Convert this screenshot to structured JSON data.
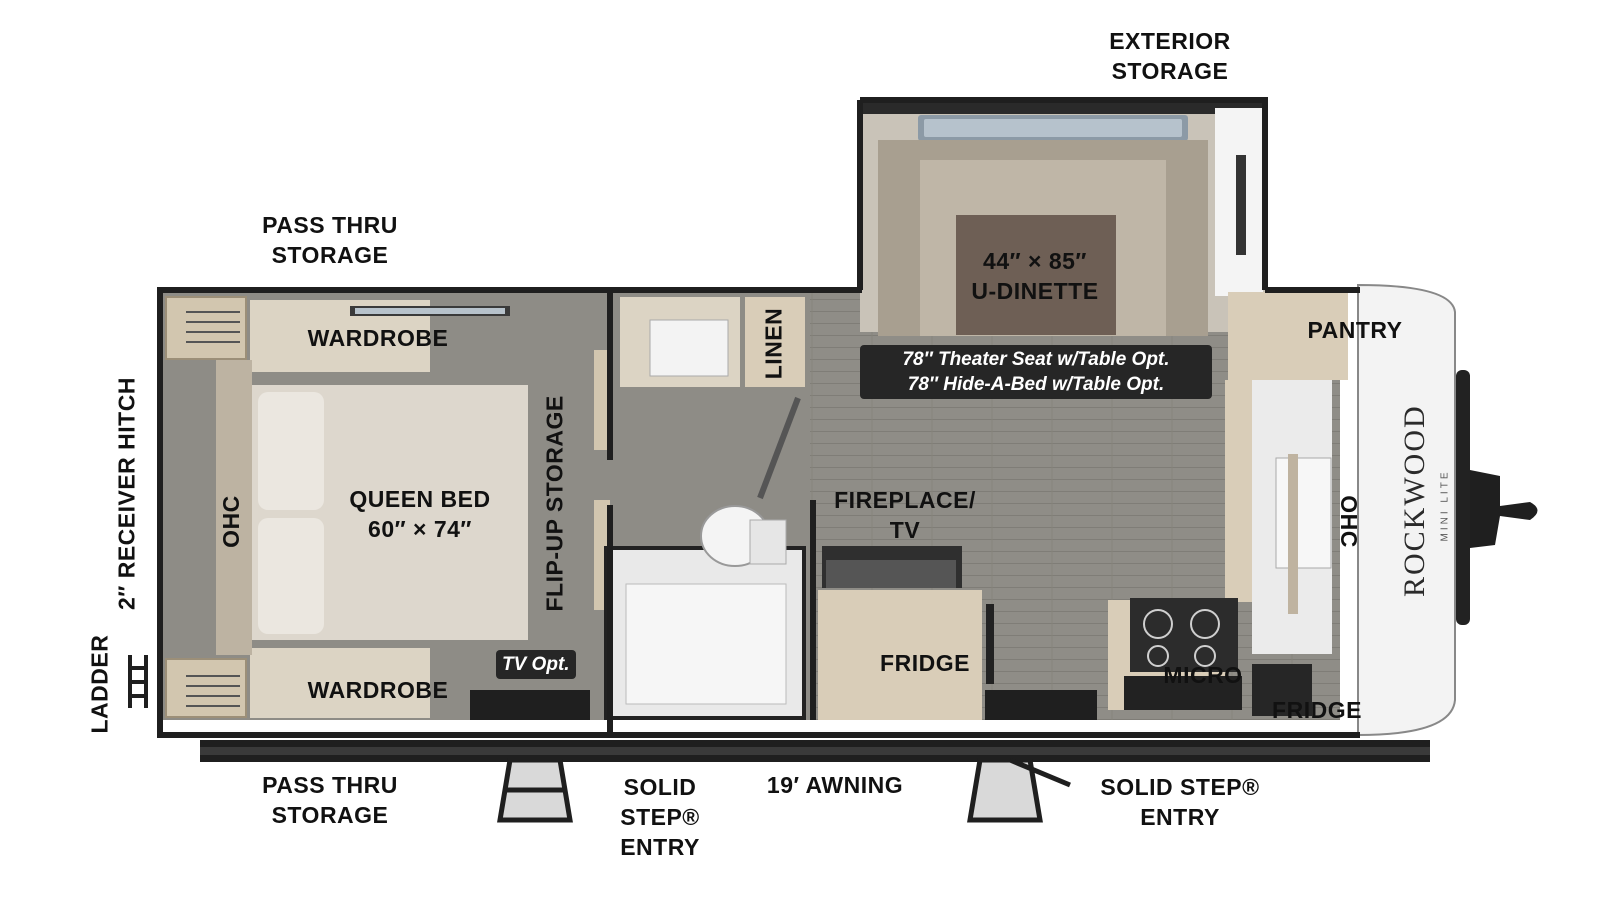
{
  "labels": {
    "exterior_storage": [
      "EXTERIOR",
      "STORAGE"
    ],
    "pass_thru_top": [
      "PASS THRU",
      "STORAGE"
    ],
    "pass_thru_bottom": [
      "PASS THRU",
      "STORAGE"
    ],
    "wardrobe_top": "WARDROBE",
    "wardrobe_bottom": "WARDROBE",
    "queen_bed": [
      "QUEEN BED",
      "60″ × 74″"
    ],
    "ohc_left": "OHC",
    "ohc_right": "OHC",
    "flip_up_storage": "FLIP-UP STORAGE",
    "linen": "LINEN",
    "tv_opt": "TV Opt.",
    "dinette": [
      "44″ × 85″",
      "U-DINETTE"
    ],
    "theater_seat": "78″ Theater Seat w/Table Opt.",
    "hide_a_bed": "78″ Hide-A-Bed w/Table Opt.",
    "fireplace_tv": [
      "FIREPLACE/",
      "TV"
    ],
    "fridge_center": "FRIDGE",
    "fridge_front": "FRIDGE",
    "micro": "MICRO",
    "pantry": "PANTRY",
    "receiver_hitch": "2″ RECEIVER HITCH",
    "ladder": "LADDER",
    "awning": "19′ AWNING",
    "solid_step_center": [
      "SOLID",
      "STEP®",
      "ENTRY"
    ],
    "solid_step_right": [
      "SOLID STEP®",
      "ENTRY"
    ],
    "brand": "ROCKWOOD",
    "brand_sub": "MINI LITE"
  },
  "colors": {
    "floor": "#8e8c86",
    "cabinet": "#d9cdb8",
    "wall": "#1f1f1f",
    "bed": "#ddd7cd",
    "dinette_table": "#6e5f55",
    "label_pill": "#262626"
  }
}
